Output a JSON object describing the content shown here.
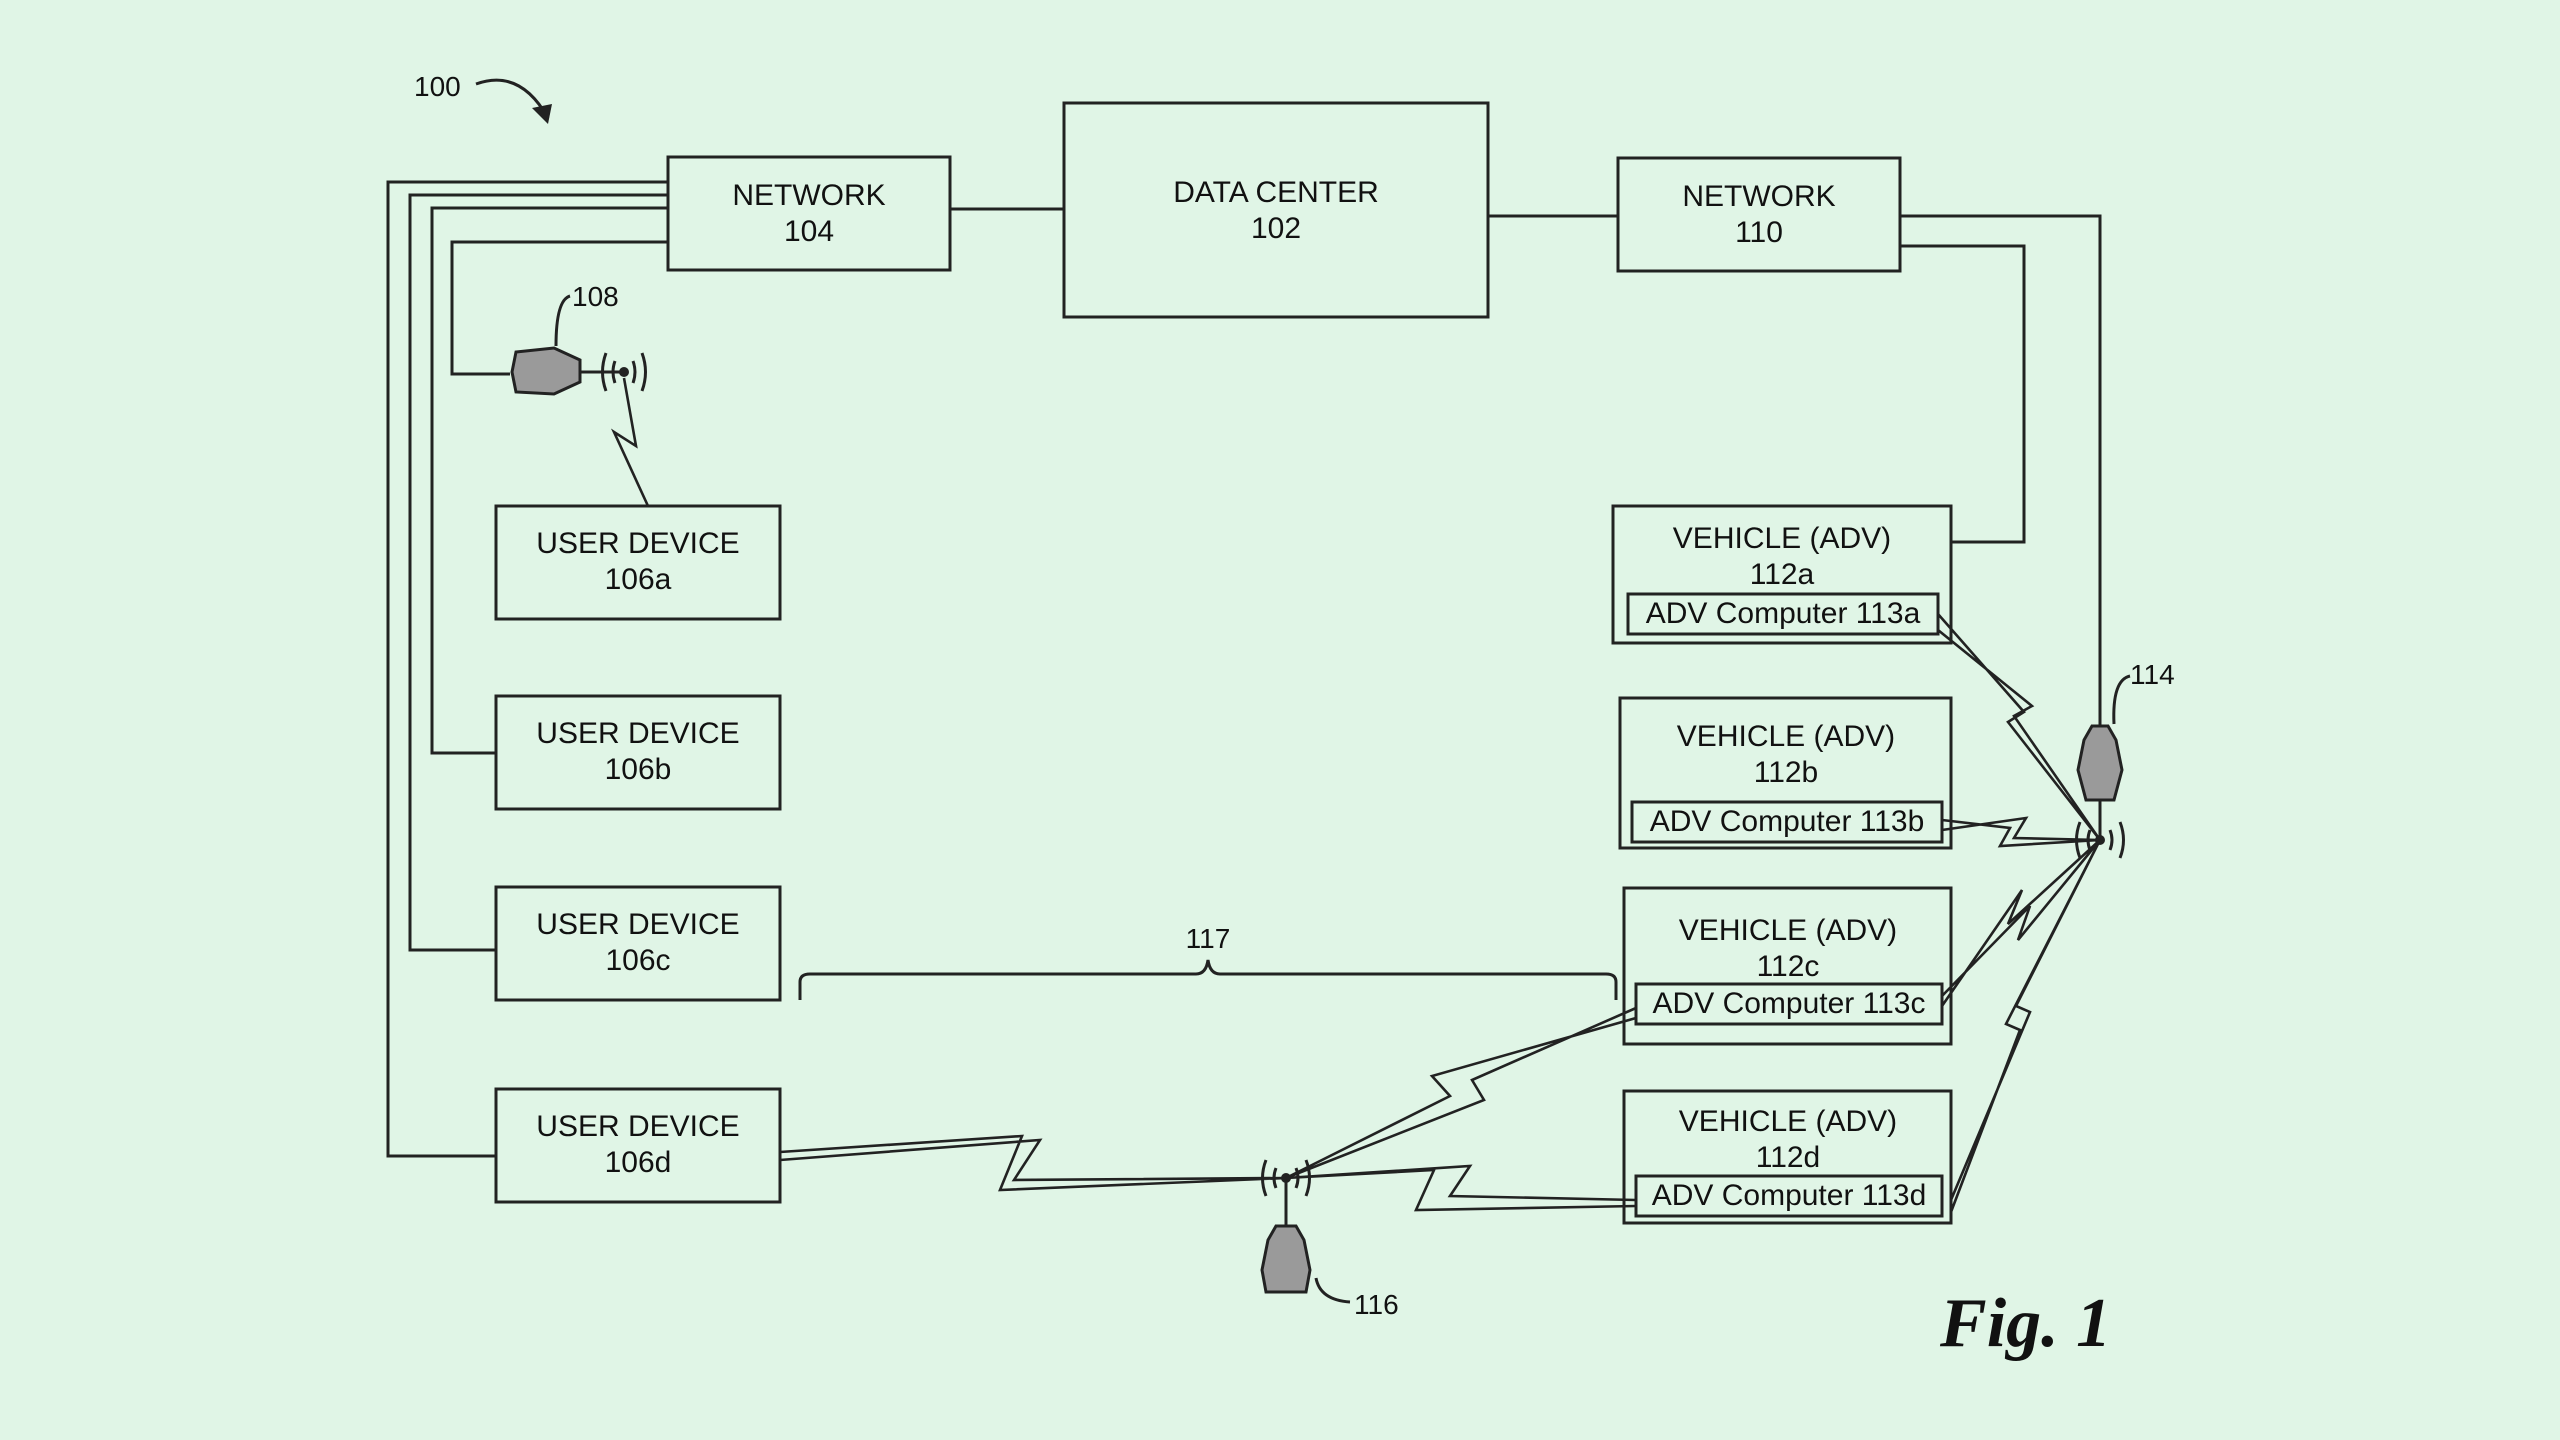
{
  "figure_label": "Fig. 1",
  "refs": {
    "system": "100",
    "tower_108": "108",
    "tower_114": "114",
    "tower_116": "116",
    "span_117": "117"
  },
  "data_center": {
    "title": "DATA CENTER",
    "id": "102"
  },
  "network_104": {
    "title": "NETWORK",
    "id": "104"
  },
  "network_110": {
    "title": "NETWORK",
    "id": "110"
  },
  "user_devices": [
    {
      "title": "USER DEVICE",
      "id": "106a"
    },
    {
      "title": "USER DEVICE",
      "id": "106b"
    },
    {
      "title": "USER DEVICE",
      "id": "106c"
    },
    {
      "title": "USER DEVICE",
      "id": "106d"
    }
  ],
  "vehicles": [
    {
      "title": "VEHICLE (ADV)",
      "id": "112a",
      "computer": "ADV Computer 113a"
    },
    {
      "title": "VEHICLE (ADV)",
      "id": "112b",
      "computer": "ADV Computer 113b"
    },
    {
      "title": "VEHICLE (ADV)",
      "id": "112c",
      "computer": "ADV Computer 113c"
    },
    {
      "title": "VEHICLE (ADV)",
      "id": "112d",
      "computer": "ADV Computer 113d"
    }
  ]
}
